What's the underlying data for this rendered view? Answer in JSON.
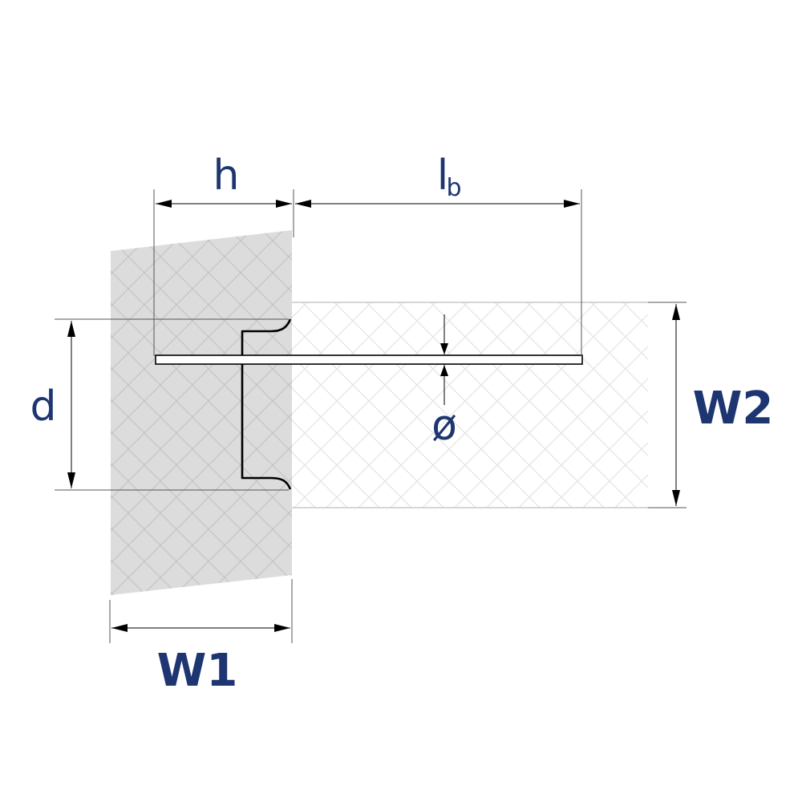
{
  "labels": {
    "h": "h",
    "lb_main": "l",
    "lb_sub": "b",
    "d": "d",
    "diameter": "ø",
    "w1": "W1",
    "w2": "W2"
  },
  "colors": {
    "label": "#1d3570",
    "wall_fill": "#dcdcdc",
    "hatch_dark": "#c4c4c4",
    "hatch_light": "#e2e2e2",
    "line": "#000000",
    "dim_line": "#555555"
  }
}
